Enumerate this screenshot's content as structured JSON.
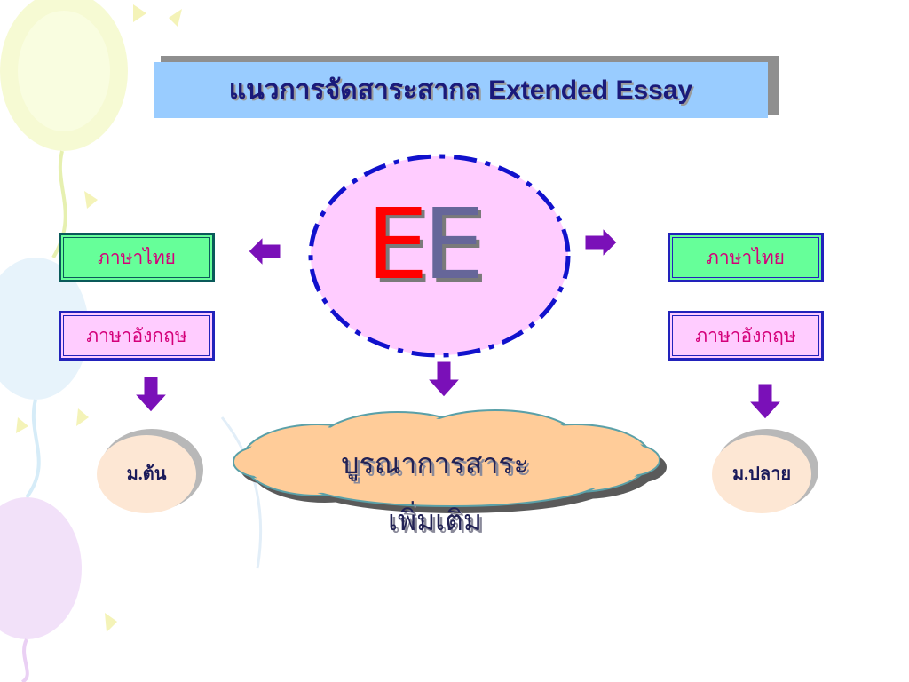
{
  "colors": {
    "title_bg": "#99ccff",
    "title_text": "#1a1a7a",
    "ee_circle_fill": "#ffccff",
    "ee_circle_stroke": "#1111cc",
    "ee_letter_1": "#ff0000",
    "ee_letter_2": "#666699",
    "lang_green_fill": "#66ff99",
    "lang_pink_fill": "#ffccff",
    "lang_text": "#d4007a",
    "arrow_fill": "#7a10b8",
    "cloud_fill": "#ffcc99",
    "level_circle_fill": "#fde7d4"
  },
  "title": "แนวการจัดสาระสากล  Extended Essay",
  "center": {
    "letter_1": "E",
    "letter_2": "E"
  },
  "left": {
    "language_1": "ภาษาไทย",
    "language_2": "ภาษาอังกฤษ",
    "level": "ม.ต้น"
  },
  "right": {
    "language_1": "ภาษาไทย",
    "language_2": "ภาษาอังกฤษ",
    "level": "ม.ปลาย"
  },
  "cloud": {
    "line_1": "บูรณาการสาระ",
    "line_2": "เพิ่มเติม"
  },
  "icons": {
    "arrow_left": "arrow-left-icon",
    "arrow_right": "arrow-right-icon",
    "arrow_down": "arrow-down-icon"
  }
}
